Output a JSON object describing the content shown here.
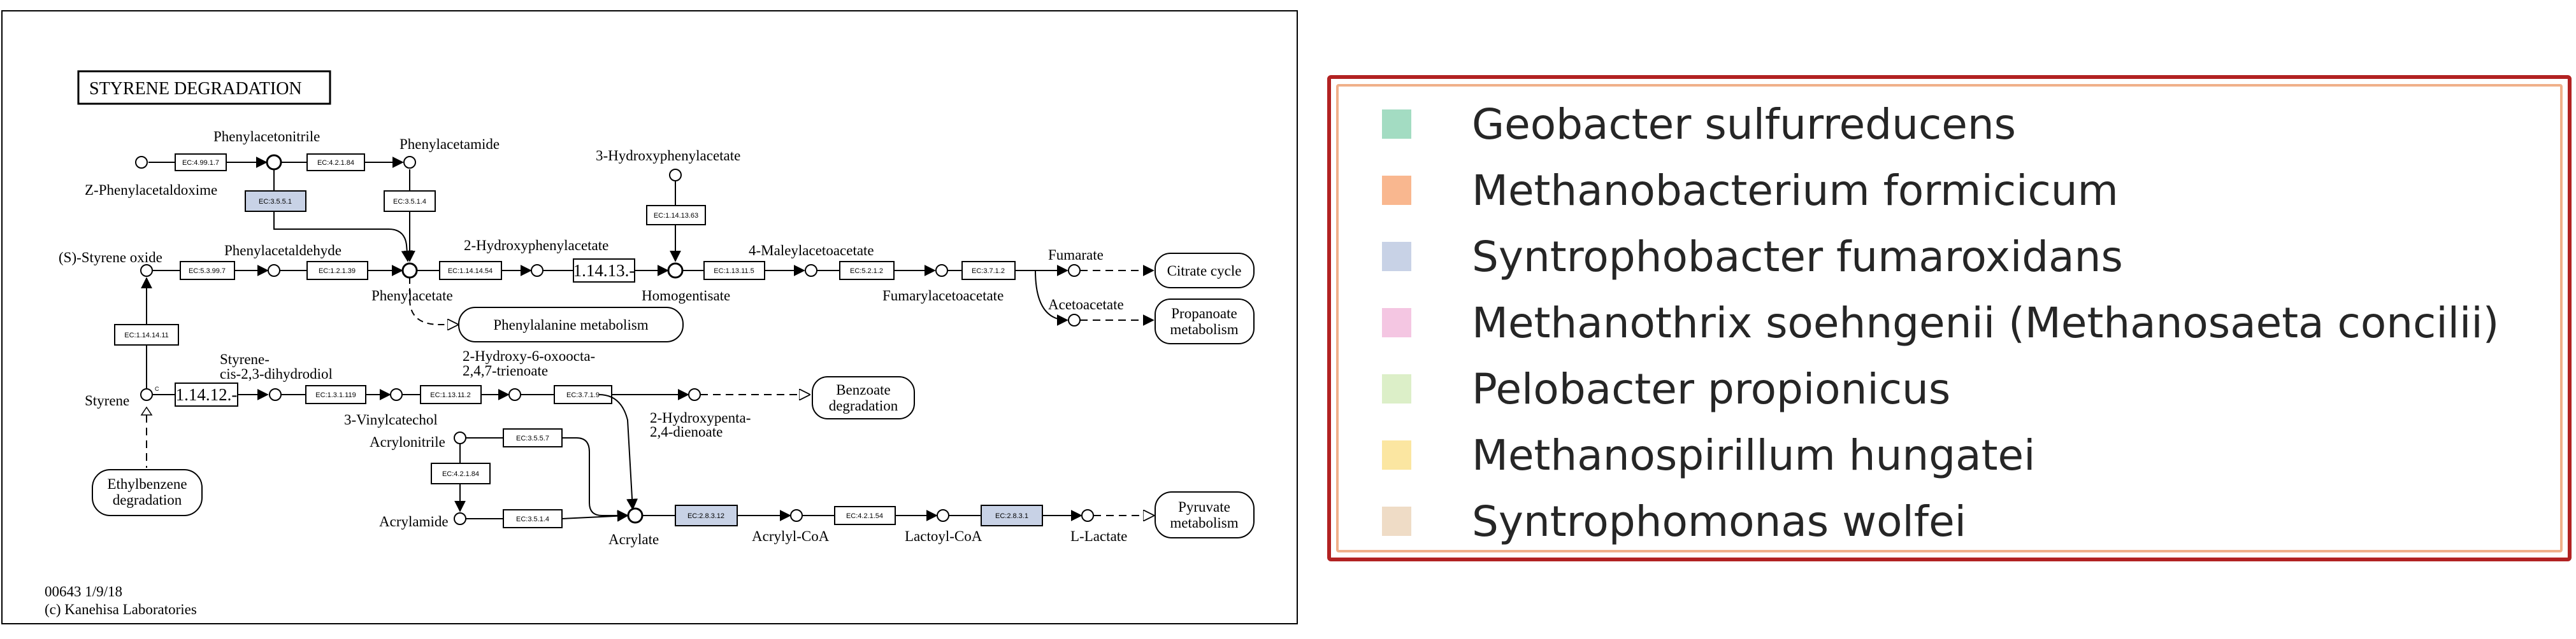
{
  "map": {
    "title": "STYRENE DEGRADATION",
    "footer_id": "00643 1/9/18",
    "footer_copy": "(c) Kanehisa Laboratories",
    "compounds": {
      "phenylacetonitrile": "Phenylacetonitrile",
      "phenylacetamide": "Phenylacetamide",
      "z_phenylacetaldoxime": "Z-Phenylacetaldoxime",
      "hydroxyphenylacetate3": "3-Hydroxyphenylacetate",
      "styrene_oxide": "(S)-Styrene oxide",
      "phenylacetaldehyde": "Phenylacetaldehyde",
      "hydroxyphenylacetate2": "2-Hydroxyphenylacetate",
      "maleylacetoacetate": "4-Maleylacetoacetate",
      "fumarate": "Fumarate",
      "phenylacetate": "Phenylacetate",
      "homogentisate": "Homogentisate",
      "fumarylacetoacetate": "Fumarylacetoacetate",
      "acetoacetate": "Acetoacetate",
      "styrene_diol_1": "Styrene-",
      "styrene_diol_2": "cis-2,3-dihydrodiol",
      "hydroxy_oxoocta_1": "2-Hydroxy-6-oxoocta-",
      "hydroxy_oxoocta_2": "2,4,7-trienoate",
      "styrene": "Styrene",
      "hydroxypenta_1": "2-Hydroxypenta-",
      "hydroxypenta_2": "2,4-dienoate",
      "vinylcatechol": "3-Vinylcatechol",
      "acrylonitrile": "Acrylonitrile",
      "acrylamide": "Acrylamide",
      "acrylate": "Acrylate",
      "acrylyl_coa": "Acrylyl-CoA",
      "lactoyl_coa": "Lactoyl-CoA",
      "l_lactate": "L-Lactate"
    },
    "pathways": {
      "citrate_cycle": "Citrate cycle",
      "propanoate_1": "Propanoate",
      "propanoate_2": "metabolism",
      "phenylalanine": "Phenylalanine metabolism",
      "benzoate_1": "Benzoate",
      "benzoate_2": "degradation",
      "ethylbenzene_1": "Ethylbenzene",
      "ethylbenzene_2": "degradation",
      "pyruvate_1": "Pyruvate",
      "pyruvate_2": "metabolism"
    },
    "enzymes": {
      "e4_99_1_7": "EC:4.99.1.7",
      "e4_2_1_84a": "EC:4.2.1.84",
      "e3_5_5_1": "EC:3.5.5.1",
      "e3_5_1_4a": "EC:3.5.1.4",
      "e1_14_13_63": "EC:1.14.13.63",
      "e5_3_99_7": "EC:5.3.99.7",
      "e1_2_1_39": "EC:1.2.1.39",
      "e1_14_14_54": "EC:1.14.14.54",
      "e1_14_13_x": "1.14.13.-",
      "e1_13_11_5": "EC:1.13.11.5",
      "e5_2_1_2": "EC:5.2.1.2",
      "e3_7_1_2": "EC:3.7.1.2",
      "e1_14_14_11": "EC:1.14.14.11",
      "e1_14_12_x": "1.14.12.-",
      "e1_3_1_119": "EC:1.3.1.119",
      "e1_13_11_2": "EC:1.13.11.2",
      "e3_7_1_9": "EC:3.7.1.9",
      "e3_5_5_7": "EC:3.5.5.7",
      "e4_2_1_84b": "EC:4.2.1.84",
      "e3_5_1_4b": "EC:3.5.1.4",
      "e2_8_3_12": "EC:2.8.3.12",
      "e4_2_1_54": "EC:4.2.1.54",
      "e2_8_3_1": "EC:2.8.3.1"
    },
    "colors": {
      "highlight": "#c8d2e6",
      "plain": "#ffffff"
    }
  },
  "legend": {
    "items": [
      {
        "label": "Geobacter sulfurreducens",
        "color": "#a3dcc2"
      },
      {
        "label": "Methanobacterium formicicum",
        "color": "#f9b78f"
      },
      {
        "label": "Syntrophobacter fumaroxidans",
        "color": "#c8d2e6"
      },
      {
        "label": "Methanothrix soehngenii (Methanosaeta concilii)",
        "color": "#f4c6e2"
      },
      {
        "label": "Pelobacter propionicus",
        "color": "#dcefc8"
      },
      {
        "label": "Methanospirillum hungatei",
        "color": "#fbe6a1"
      },
      {
        "label": "Syntrophomonas wolfei",
        "color": "#efdcc6"
      }
    ]
  }
}
